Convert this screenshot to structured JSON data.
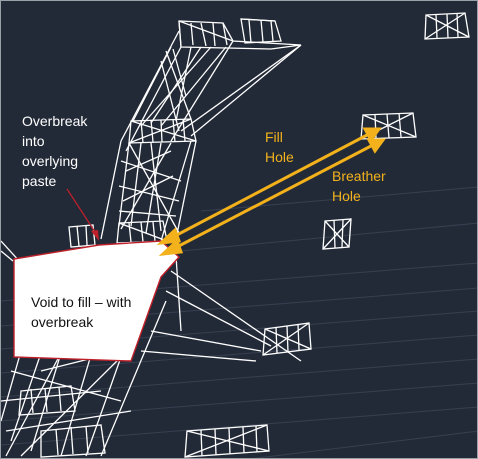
{
  "labels": {
    "overbreak": "Overbreak into overlying paste",
    "fill_hole": "Fill Hole",
    "breather_hole": "Breather Hole",
    "void": "Void to fill – with overbreak"
  },
  "colors": {
    "background": "#232a37",
    "wireframe": "#ffffff",
    "drill_holes": "#f3b21c",
    "void_outline": "#c0202a",
    "void_fill": "#ffffff",
    "pointer_arrow": "#c0202a"
  }
}
